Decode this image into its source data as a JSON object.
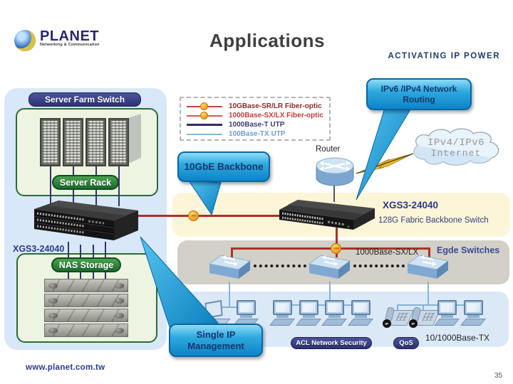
{
  "slide": {
    "title": "Applications",
    "brand_tagline": "ACTIVATING IP POWER",
    "footer_url": "www.planet.com.tw",
    "page_number": "35"
  },
  "logo": {
    "name": "PLANET",
    "subtitle": "Networking & Communication"
  },
  "legend": {
    "items": [
      {
        "label": "10GBase-SR/LR Fiber-optic",
        "line_color": "#a9503f",
        "text_color": "#8e2a2a",
        "marker": true
      },
      {
        "label": "1000Base-SX/LX Fiber-optic",
        "line_color": "#c4604f",
        "text_color": "#c43c3c",
        "marker": true
      },
      {
        "label": "1000Base-T UTP",
        "line_color": "#2e2e5e",
        "text_color": "#3c3c78",
        "marker": false
      },
      {
        "label": "100Base-TX UTP",
        "line_color": "#8ab4d8",
        "text_color": "#6f9fd0",
        "marker": false
      }
    ]
  },
  "callouts": {
    "routing": {
      "line1": "IPv6 /IPv4 Network",
      "line2": "Routing"
    },
    "backbone": "10GbE Backbone",
    "single_ip": {
      "line1": "Single IP",
      "line2": "Management"
    }
  },
  "left_panel": {
    "server_farm_switch": "Server Farm Switch",
    "server_rack": "Server Rack",
    "switch_model": "XGS3-24040",
    "nas_storage": "NAS Storage"
  },
  "core": {
    "router_label": "Router",
    "cloud_line1": "IPv4/IPv6",
    "cloud_line2": "Internet",
    "switch_model": "XGS3-24040",
    "switch_desc": "128G Fabric Backbone Switch",
    "link_10g_badge": "10G",
    "link_1000_badge": "1000"
  },
  "edge": {
    "uplink_label": "1000Base-SX/LX",
    "title": "Egde Switches",
    "acl_label": "ACL Network Security",
    "qos_label": "QoS",
    "access_label": "10/1000Base-TX",
    "ip_phone_badge": "IP"
  },
  "colors": {
    "backbone_red": "#a93226",
    "utp_navy": "#33336b",
    "access_blue": "#85b3d8",
    "callout_blue_top": "#8edcf8",
    "callout_blue_bottom": "#0c84c6",
    "panel_yellow": "#fcf5d7",
    "panel_gray": "#d3d0c8",
    "panel_blue": "#dbe9f7",
    "left_panel_blue": "#d9e8f8"
  }
}
